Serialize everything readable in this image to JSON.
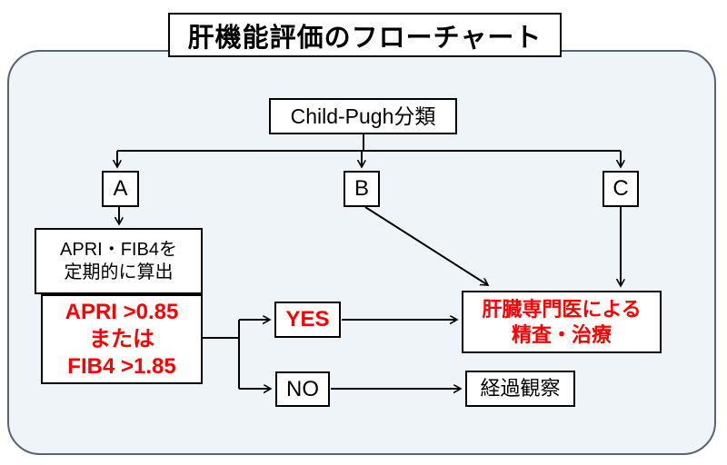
{
  "title": "肝機能評価のフローチャート",
  "nodes": {
    "child_pugh": "Child-Pugh分類",
    "grade_a": "A",
    "grade_b": "B",
    "grade_c": "C",
    "apri_calc": {
      "line1": "APRI・FIB4を",
      "line2": "定期的に算出"
    },
    "threshold": {
      "line1": "APRI >0.85",
      "line2": "または",
      "line3": "FIB4 >1.85"
    },
    "yes": "YES",
    "no": "NO",
    "specialist": {
      "line1": "肝臓専門医による",
      "line2": "精査・治療"
    },
    "followup": "経過観察"
  },
  "colors": {
    "highlight_red": "#FF0000",
    "text_black": "#000000",
    "container_fill": "#EFF4F9",
    "container_border": "#59646F",
    "box_border": "#000000",
    "box_fill": "#FFFFFF"
  }
}
